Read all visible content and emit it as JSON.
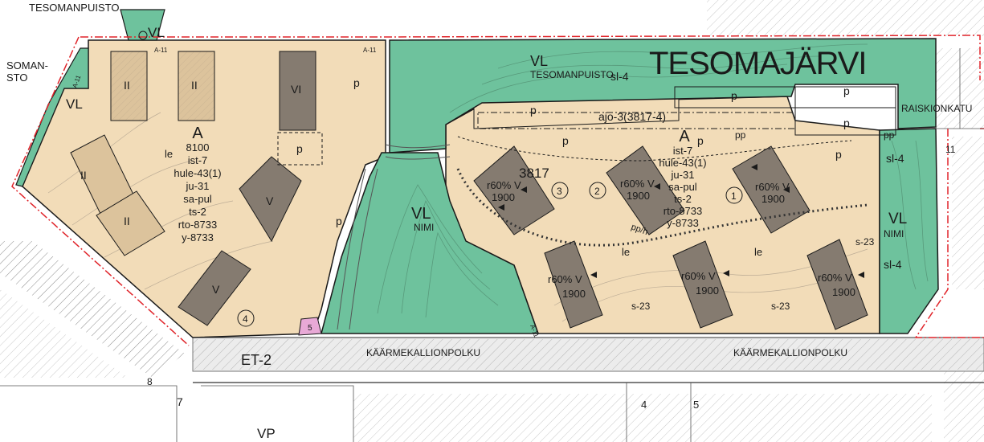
{
  "labels": {
    "tesomanpuisto_top": "TESOMANPUISTO",
    "tesomanpuisto_left_a": "SOMAN-",
    "tesomanpuisto_left_b": "STO",
    "tesomajarvi": "TESOMAJÄRVI",
    "vl_top_left": "VL",
    "vl_left": "VL",
    "vl_top": "VL",
    "vl_top_sub": "TESOMANPUISTO",
    "vl_center": "VL",
    "vl_center_sub": "NIMI",
    "vl_right": "VL",
    "vl_right_sub": "NIMI",
    "sl4_top": "sl-4",
    "sl4_right_a": "sl-4",
    "sl4_right_b": "sl-4",
    "raiskionkatu": "RAISKIONKATU",
    "kaarme_1": "KÄÄRMEKALLIONPOLKU",
    "kaarme_2": "KÄÄRMEKALLIONPOLKU",
    "et2": "ET-2",
    "vp": "VP",
    "a11": "A-11",
    "ajo": "ajo-3(3817-4)",
    "pp": "pp",
    "pph": "pp/h",
    "le": "le",
    "s23": "s-23",
    "block_3817": "3817",
    "r60v": "r60% V",
    "num1900": "1900",
    "parking": "p",
    "roman_II": "II",
    "roman_VI": "VI",
    "roman_V": "V",
    "circle_1": "1",
    "circle_2": "2",
    "circle_3": "3",
    "circle_4": "4",
    "five": "5",
    "lot_4": "4",
    "lot_5": "5",
    "lot_7": "7",
    "lot_8": "8",
    "lot_11": "11"
  },
  "west_block": {
    "letter": "A",
    "lines": [
      "8100",
      "ist-7",
      "hule-43(1)",
      "ju-31",
      "sa-pul",
      "ts-2",
      "rto-8733",
      "y-8733"
    ]
  },
  "east_block": {
    "letter": "A",
    "lines": [
      "ist-7",
      "hule-43(1)",
      "ju-31",
      "sa-pul",
      "ts-2",
      "rto-8733",
      "y-8733"
    ]
  },
  "colors": {
    "green_area": "#6ec29d",
    "residential": "#f2dcb8",
    "building_dark": "#857b70",
    "building_light": "#dcc39c",
    "street": "#ebebeb",
    "boundary_red": "#e0242a",
    "line": "#1a1a1a",
    "contour": "#9a8e80"
  }
}
